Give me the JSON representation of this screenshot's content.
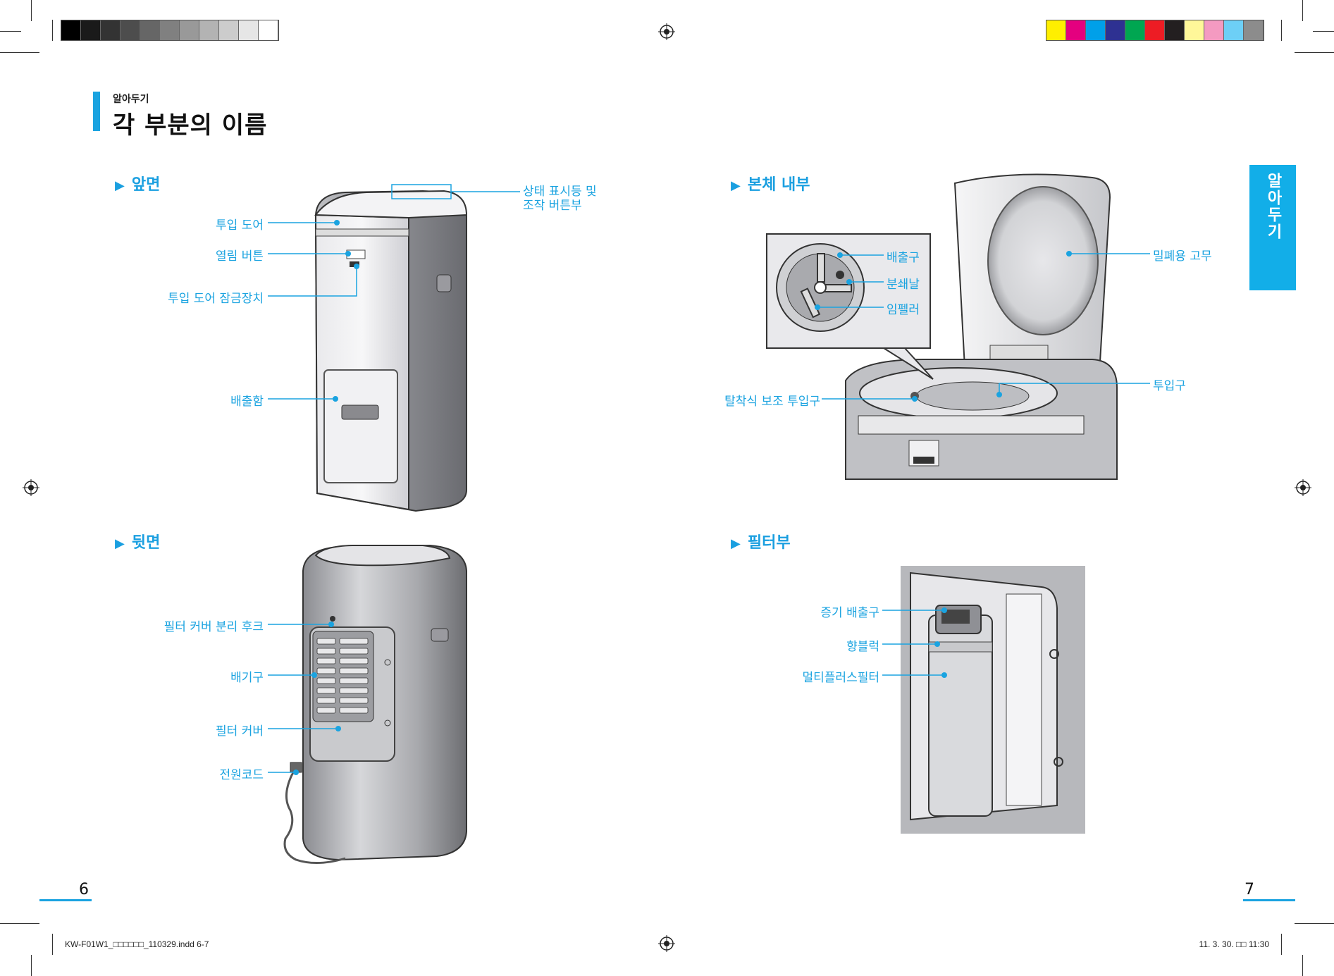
{
  "header": {
    "subtitle": "알아두기",
    "title": "각 부분의 이름"
  },
  "sections": {
    "front": "앞면",
    "inside": "본체 내부",
    "back": "뒷면",
    "filter": "필터부"
  },
  "side_tab": "알아두기",
  "labels": {
    "front": {
      "status_panel_1": "상태 표시등 및",
      "status_panel_2": "조작 버튼부",
      "input_door": "투입 도어",
      "open_button": "열림 버튼",
      "door_lock": "투입 도어 잠금장치",
      "discharge_box": "배출함"
    },
    "inside": {
      "outlet": "배출구",
      "crusher_blade": "분쇄날",
      "impeller": "임펠러",
      "seal_rubber": "밀폐용 고무",
      "input_port": "투입구",
      "aux_input": "탈착식 보조 투입구"
    },
    "back": {
      "filter_hook": "필터 커버 분리 후크",
      "exhaust": "배기구",
      "filter_cover": "필터 커버",
      "power_cord": "전원코드"
    },
    "filter": {
      "steam_outlet": "증기 배출구",
      "aroma_block": "향블럭",
      "multiplus_filter": "멀티플러스필터"
    }
  },
  "page_numbers": {
    "left": "6",
    "right": "7"
  },
  "footer": {
    "file": "KW-F01W1_□□□□□□_110329.indd   6-7",
    "date": "11. 3. 30.   □□ 11:30"
  },
  "colors": {
    "accent": "#1aa3e0",
    "gray_swatches": [
      "#000000",
      "#1a1a1a",
      "#333333",
      "#4d4d4d",
      "#666666",
      "#808080",
      "#999999",
      "#b3b3b3",
      "#cccccc",
      "#e6e6e6",
      "#ffffff"
    ],
    "color_swatches": [
      "#ffef00",
      "#e4007f",
      "#00a0e9",
      "#2e3192",
      "#00a651",
      "#ed1c24",
      "#231f20",
      "#fff799",
      "#f49ac1",
      "#6dcff6",
      "#8c8c8c"
    ]
  }
}
